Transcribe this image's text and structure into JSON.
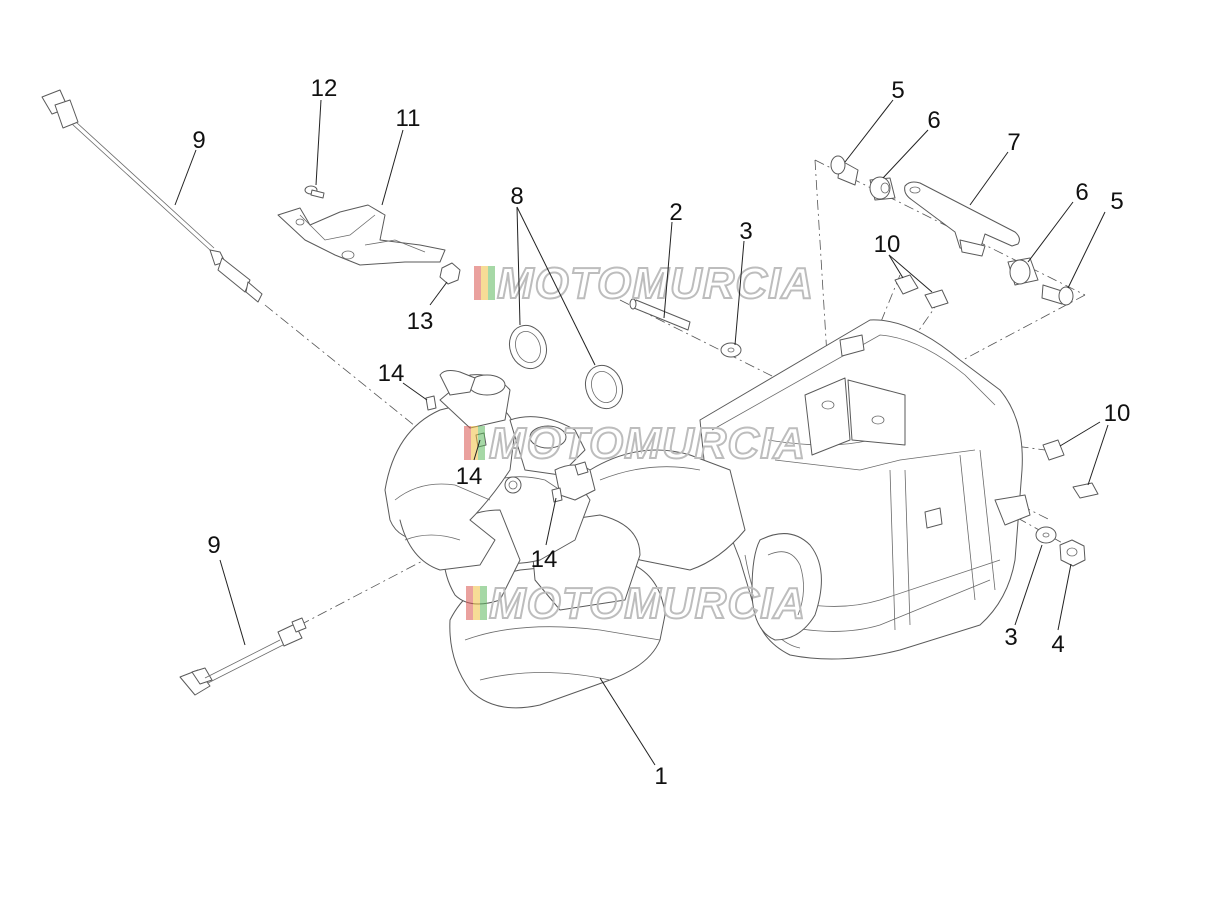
{
  "diagram": {
    "watermark_text": "MOTOMURCIA",
    "watermark_colors": [
      "#d9534f",
      "#f0c040",
      "#5cb85c",
      "#b0b0b0"
    ],
    "callouts": [
      {
        "id": "c1",
        "label": "1"
      },
      {
        "id": "c2",
        "label": "2"
      },
      {
        "id": "c3a",
        "label": "3"
      },
      {
        "id": "c3b",
        "label": "3"
      },
      {
        "id": "c4",
        "label": "4"
      },
      {
        "id": "c5a",
        "label": "5"
      },
      {
        "id": "c5b",
        "label": "5"
      },
      {
        "id": "c6a",
        "label": "6"
      },
      {
        "id": "c6b",
        "label": "6"
      },
      {
        "id": "c7",
        "label": "7"
      },
      {
        "id": "c8",
        "label": "8"
      },
      {
        "id": "c9a",
        "label": "9"
      },
      {
        "id": "c9b",
        "label": "9"
      },
      {
        "id": "c10a",
        "label": "10"
      },
      {
        "id": "c10b",
        "label": "10"
      },
      {
        "id": "c11",
        "label": "11"
      },
      {
        "id": "c12",
        "label": "12"
      },
      {
        "id": "c13",
        "label": "13"
      },
      {
        "id": "c14a",
        "label": "14"
      },
      {
        "id": "c14b",
        "label": "14"
      },
      {
        "id": "c14c",
        "label": "14"
      }
    ]
  }
}
